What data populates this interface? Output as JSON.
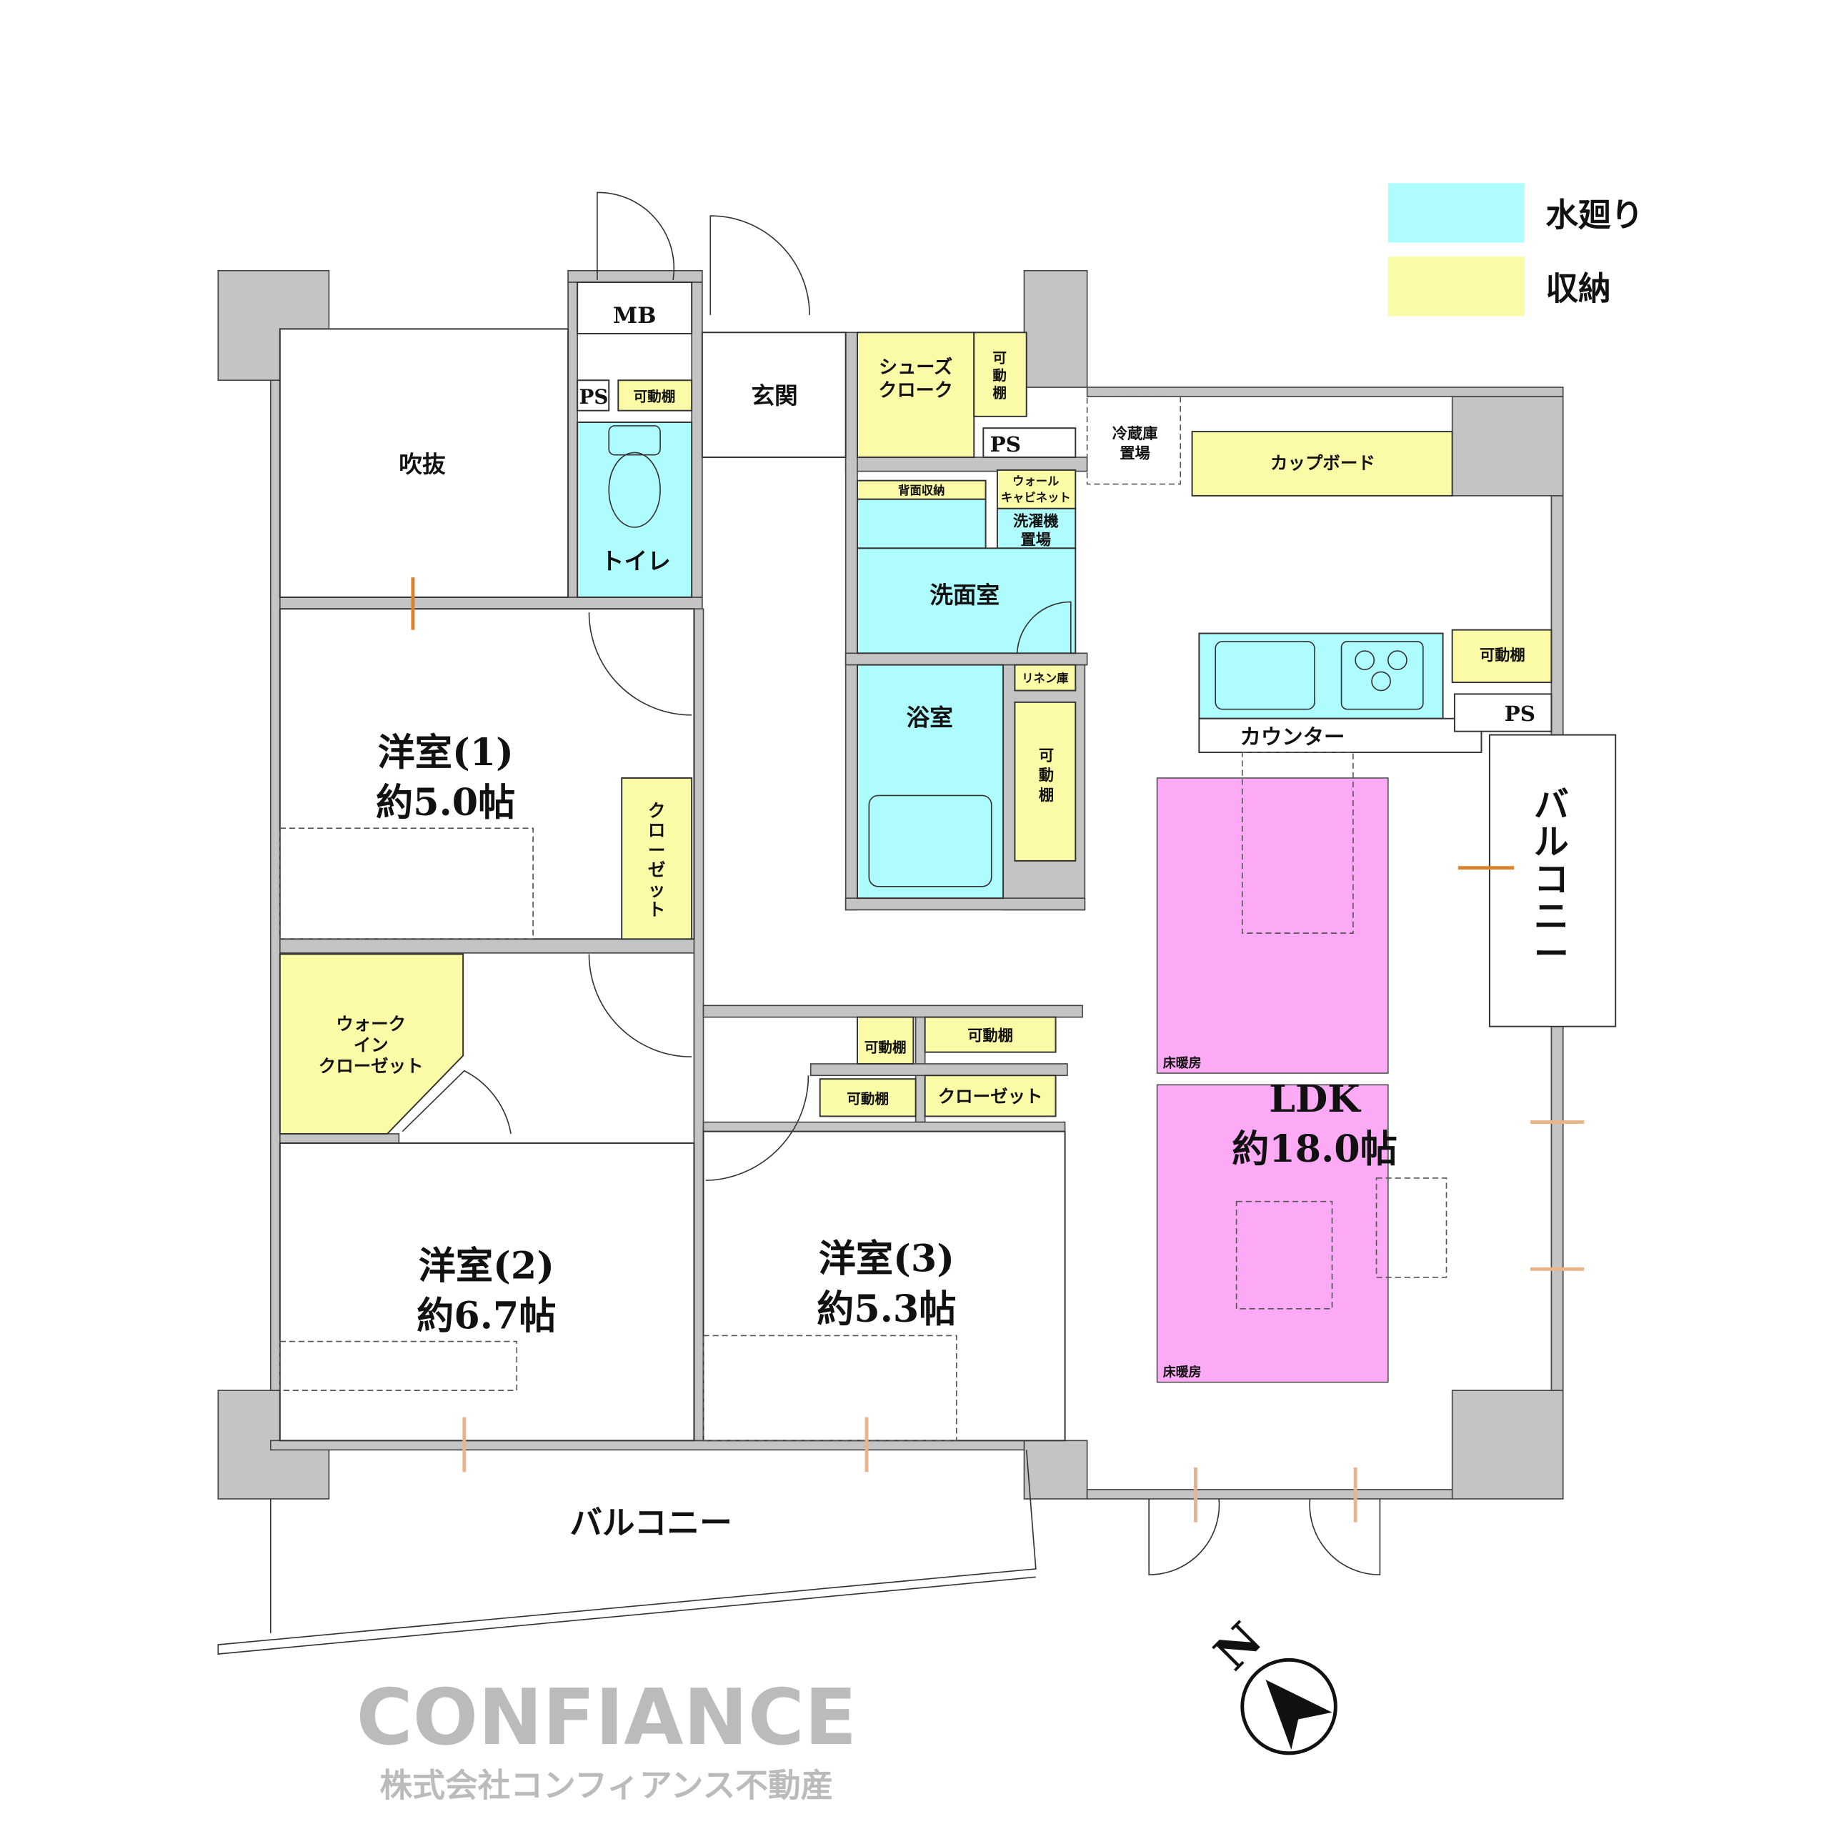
{
  "legend": {
    "wet": {
      "label": "水廻り",
      "color": "#aefcfd"
    },
    "storage": {
      "label": "収納",
      "color": "#fbfaa7"
    }
  },
  "rooms": {
    "void": "吹抜",
    "mb": "MB",
    "ps1": "PS",
    "shelf_toilet": "可動棚",
    "toilet": "トイレ",
    "entrance": "玄関",
    "shoes_cloak": [
      "シューズ",
      "クローク"
    ],
    "shelf_entrance": [
      "可",
      "動",
      "棚"
    ],
    "ps2": "PS",
    "fridge": [
      "冷蔵庫",
      "置場"
    ],
    "cupboard": "カップボード",
    "back_storage": "背面収納",
    "wall_cabinet": [
      "ウォール",
      "キャビネット"
    ],
    "washer": [
      "洗濯機",
      "置場"
    ],
    "washroom": "洗面室",
    "linen": "リネン庫",
    "bath": "浴室",
    "shelf_bath": [
      "可",
      "動",
      "棚"
    ],
    "counter": "カウンター",
    "shelf_kitchen": "可動棚",
    "ps3": "PS",
    "balcony_right": [
      "バ",
      "ル",
      "コ",
      "ニ",
      "ー"
    ],
    "floor_heating": "床暖房",
    "ldk": {
      "name": "LDK",
      "size": "約18.0帖"
    },
    "western1": {
      "name": "洋室(1)",
      "size": "約5.0帖"
    },
    "closet1": [
      "ク",
      "ロ",
      "ー",
      "ゼ",
      "ッ",
      "ト"
    ],
    "wic": [
      "ウォーク",
      "イン",
      "クローゼット"
    ],
    "western2": {
      "name": "洋室(2)",
      "size": "約6.7帖"
    },
    "western3": {
      "name": "洋室(3)",
      "size": "約5.3帖"
    },
    "shelf_a": "可動棚",
    "shelf_b": "可動棚",
    "shelf_c": "可動棚",
    "closet3": "クローゼット",
    "balcony_bottom": "バルコニー"
  },
  "compass": {
    "label": "N"
  },
  "watermark": {
    "brand": "CONFIANCE",
    "company": "株式会社コンフィアンス不動産"
  }
}
